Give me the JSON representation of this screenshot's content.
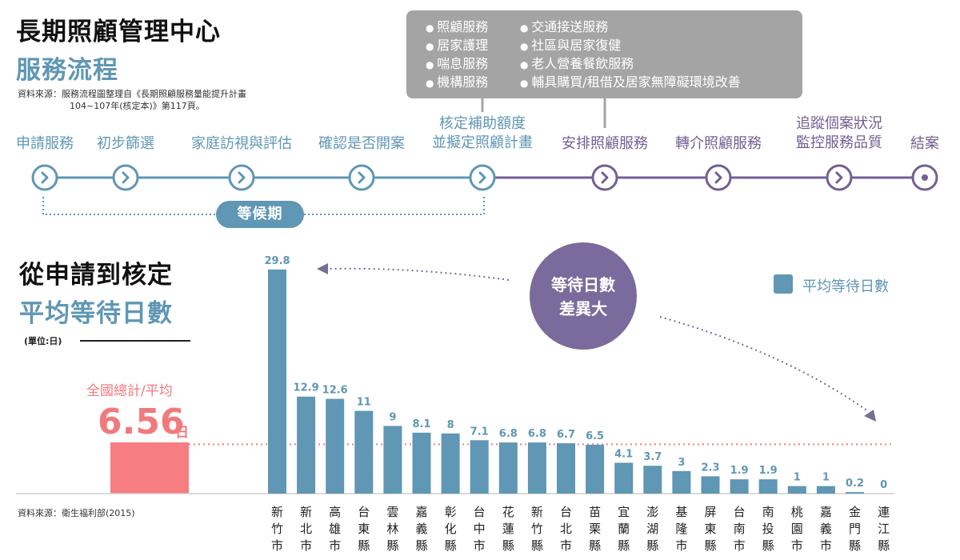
{
  "header": {
    "title_line1": "長期照顧管理中心",
    "title_line2": "服務流程",
    "source_line1": "資料來源：服務流程圖整理自《長期照顧服務量能提升計畫",
    "source_line2": "104~107年(核定本)》第117頁。"
  },
  "services": {
    "col1": [
      "照顧服務",
      "居家護理",
      "喘息服務",
      "機構服務"
    ],
    "col2": [
      "交通接送服務",
      "社區與居家復健",
      "老人營養餐飲服務",
      "輔具購買/租借及居家無障礙環境改善"
    ]
  },
  "flow": {
    "steps": [
      {
        "label": "申請服務",
        "phase": "blue"
      },
      {
        "label": "初步篩選",
        "phase": "blue"
      },
      {
        "label": "家庭訪視與評估",
        "phase": "blue"
      },
      {
        "label": "確認是否開案",
        "phase": "blue"
      },
      {
        "label": "核定補助額度\n並擬定照顧計畫",
        "phase": "blue"
      },
      {
        "label": "安排照顧服務",
        "phase": "purple"
      },
      {
        "label": "轉介照顧服務",
        "phase": "purple"
      },
      {
        "label": "追蹤個案狀況\n監控服務品質",
        "phase": "purple"
      },
      {
        "label": "結案",
        "phase": "purple"
      }
    ],
    "waiting_label": "等候期"
  },
  "colors": {
    "blue": "#5f97b4",
    "purple": "#745f93",
    "national": "#f67d82",
    "service_box": "#a4a4a4"
  },
  "chart_data": {
    "type": "bar",
    "title_line1": "從申請到核定",
    "title_line2": "平均等待日數",
    "unit_label": "(單位:日)",
    "legend": "平均等待日數",
    "annotation": "等待日數\n差異大",
    "national": {
      "label": "全國總計/平均",
      "value": 6.56,
      "value_text": "6.56",
      "unit": "日"
    },
    "categories": [
      "新竹市",
      "新北市",
      "高雄市",
      "台東縣",
      "雲林縣",
      "嘉義縣",
      "彰化縣",
      "台中市",
      "花蓮縣",
      "新竹縣",
      "台北市",
      "苗栗縣",
      "宜蘭縣",
      "澎湖縣",
      "基隆市",
      "屏東縣",
      "台南市",
      "南投縣",
      "桃園市",
      "嘉義市",
      "金門縣",
      "連江縣"
    ],
    "values": [
      29.8,
      12.9,
      12.6,
      11,
      9,
      8.1,
      8,
      7.1,
      6.8,
      6.8,
      6.7,
      6.5,
      4.1,
      3.7,
      3,
      2.3,
      1.9,
      1.9,
      1,
      1,
      0.2,
      0
    ],
    "source": "資料來源：衛生福利部(2015)",
    "ylim": [
      0,
      30
    ]
  }
}
